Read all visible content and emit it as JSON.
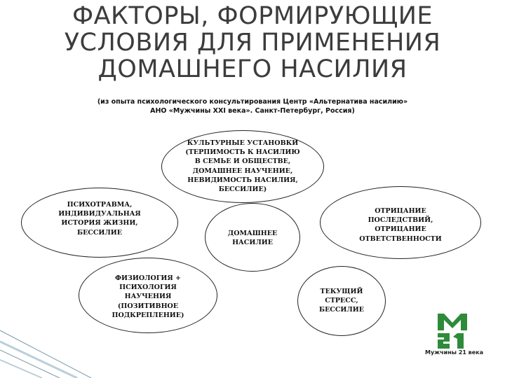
{
  "title": {
    "lines": [
      "ФАКТОРЫ, ФОРМИРУЮЩИЕ",
      "УСЛОВИЯ ДЛЯ ПРИМЕНЕНИЯ",
      "ДОМАШНЕГО НАСИЛИЯ"
    ]
  },
  "subtitle": {
    "lines": [
      "(из опыта психологического консультирования Центр «Альтернатива насилию»",
      "АНО «Мужчины XXI века». Санкт-Петербург, Россия)"
    ]
  },
  "nodes": {
    "cultural": {
      "lines": [
        "КУЛЬТУРНЫЕ УСТАНОВКИ",
        "(ТЕРПИМОСТЬ К НАСИЛИЮ",
        "В СЕМЬЕ И ОБЩЕСТВЕ,",
        "ДОМАШНЕЕ НАУЧЕНИЕ,",
        "НЕВИДИМОСТЬ НАСИЛИЯ,",
        "БЕССИЛИЕ)"
      ]
    },
    "trauma": {
      "lines": [
        "ПСИХОТРАВМА,",
        "ИНДИВИДУАЛЬНАЯ",
        "ИСТОРИЯ ЖИЗНИ,",
        "БЕССИЛИЕ"
      ]
    },
    "domestic": {
      "lines": [
        "ДОМАШНЕЕ",
        "НАСИЛИЕ"
      ]
    },
    "denial": {
      "lines": [
        "ОТРИЦАНИЕ",
        "ПОСЛЕДСТВИЙ,",
        "ОТРИЦАНИЕ",
        "ОТВЕТСТВЕННОСТИ"
      ]
    },
    "physiology": {
      "lines": [
        "ФИЗИОЛОГИЯ +",
        "ПСИХОЛОГИЯ",
        "НАУЧЕНИЯ",
        "(ПОЗИТИВНОЕ",
        "ПОДКРЕПЛЕНИЕ)"
      ]
    },
    "stress": {
      "lines": [
        "ТЕКУЩИЙ",
        "СТРЕСС,",
        "БЕССИЛИЕ"
      ]
    }
  },
  "logo": {
    "caption": "Мужчины 21 века",
    "glyph_top": "M",
    "glyph_bottom": "21",
    "color": "#2e8b3a"
  },
  "colors": {
    "decor_line": "#7a9aa8",
    "decor_accent": "#b9cfd9",
    "title_text": "#3c3c3c",
    "node_border": "#222222"
  }
}
